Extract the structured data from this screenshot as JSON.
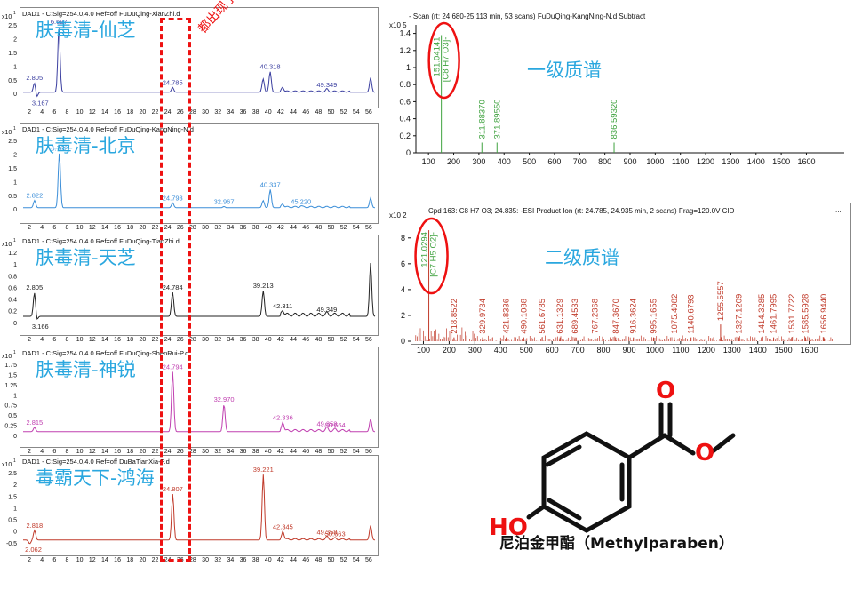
{
  "chart_data": [
    {
      "type": "line",
      "title": "DAD1 - C:Sig=254.0,4.0  Ref=off FuDuQing-XianZhi.d",
      "label": "肤毒清-仙芝",
      "y_multiplier": "x10 1",
      "ylim": [
        -0.3,
        3.0
      ],
      "xlim": [
        1,
        57
      ],
      "y_ticks": [
        "2.5",
        "2",
        "1.5",
        "1",
        "0.5",
        "0"
      ],
      "x_ticks": [
        "2",
        "4",
        "6",
        "8",
        "10",
        "12",
        "14",
        "16",
        "18",
        "20",
        "22",
        "24",
        "26",
        "28",
        "30",
        "32",
        "34",
        "36",
        "38",
        "40",
        "42",
        "44",
        "46",
        "48",
        "50",
        "52",
        "54",
        "56"
      ],
      "color": "#3b3fa0",
      "peaks": [
        {
          "x": 2.805,
          "y": 0.4,
          "label": "2.805"
        },
        {
          "x": 3.167,
          "y": -0.2,
          "label": "3.167"
        },
        {
          "x": 6.697,
          "y": 2.7,
          "label": "6.697"
        },
        {
          "x": 24.785,
          "y": 0.2,
          "label": "24.785"
        },
        {
          "x": 39.2,
          "y": 0.55,
          "label": ""
        },
        {
          "x": 40.318,
          "y": 0.85,
          "label": "40.318"
        },
        {
          "x": 42.3,
          "y": 0.2,
          "label": ""
        },
        {
          "x": 49.349,
          "y": 0.1,
          "label": "49.349"
        },
        {
          "x": 56.3,
          "y": 0.6,
          "label": ""
        }
      ]
    },
    {
      "type": "line",
      "title": "DAD1 - C:Sig=254.0,4.0  Ref=off FuDuQing-KangNing-N.d",
      "label": "肤毒清-北京",
      "y_multiplier": "x10 1",
      "ylim": [
        -0.3,
        3.0
      ],
      "xlim": [
        1,
        57
      ],
      "y_ticks": [
        "2.5",
        "2",
        "1.5",
        "1",
        "0.5",
        "0"
      ],
      "x_ticks": [
        "2",
        "4",
        "6",
        "8",
        "10",
        "12",
        "14",
        "16",
        "18",
        "20",
        "22",
        "24",
        "26",
        "28",
        "30",
        "32",
        "34",
        "36",
        "38",
        "40",
        "42",
        "44",
        "46",
        "48",
        "50",
        "52",
        "54",
        "56"
      ],
      "color": "#3b8ed8",
      "peaks": [
        {
          "x": 2.822,
          "y": 0.3,
          "label": "2.822"
        },
        {
          "x": 6.762,
          "y": 2.25,
          "label": "6.762"
        },
        {
          "x": 24.793,
          "y": 0.2,
          "label": "24.793"
        },
        {
          "x": 32.967,
          "y": 0.05,
          "label": "32.967"
        },
        {
          "x": 39.2,
          "y": 0.3,
          "label": ""
        },
        {
          "x": 40.337,
          "y": 0.75,
          "label": "40.337"
        },
        {
          "x": 42.3,
          "y": 0.15,
          "label": ""
        },
        {
          "x": 45.22,
          "y": 0.05,
          "label": "45.220"
        },
        {
          "x": 56.3,
          "y": 0.4,
          "label": ""
        }
      ]
    },
    {
      "type": "line",
      "title": "DAD1 - C:Sig=254.0,4.0  Ref=off FuDuQing-TianZhi.d",
      "label": "肤毒清-天芝",
      "y_multiplier": "x10 1",
      "ylim": [
        -0.2,
        1.3
      ],
      "xlim": [
        1,
        57
      ],
      "y_ticks": [
        "1.2",
        "1",
        "0.8",
        "0.6",
        "0.4",
        "0.2",
        "0"
      ],
      "x_ticks": [
        "2",
        "4",
        "6",
        "8",
        "10",
        "12",
        "14",
        "16",
        "18",
        "20",
        "22",
        "24",
        "26",
        "28",
        "30",
        "32",
        "34",
        "36",
        "38",
        "40",
        "42",
        "44",
        "46",
        "48",
        "50",
        "52",
        "54",
        "56"
      ],
      "color": "#222222",
      "peaks": [
        {
          "x": 2.805,
          "y": 0.45,
          "label": "2.805"
        },
        {
          "x": 3.166,
          "y": -0.08,
          "label": "3.166"
        },
        {
          "x": 24.784,
          "y": 0.45,
          "label": "24.784"
        },
        {
          "x": 39.213,
          "y": 0.48,
          "label": "39.213"
        },
        {
          "x": 42.311,
          "y": 0.1,
          "label": "42.311"
        },
        {
          "x": 49.349,
          "y": 0.03,
          "label": "49.349"
        },
        {
          "x": 56.3,
          "y": 1.0,
          "label": ""
        }
      ]
    },
    {
      "type": "line",
      "title": "DAD1 - C:Sig=254.0,4.0  Ref=off FuDuQing-ShenRui-P.d",
      "label": "肤毒清-神锐",
      "y_multiplier": "x10 1",
      "ylim": [
        -0.2,
        2.0
      ],
      "xlim": [
        1,
        57
      ],
      "y_ticks": [
        "1.75",
        "1.5",
        "1.25",
        "1",
        "0.75",
        "0.5",
        "0.25",
        "0"
      ],
      "x_ticks": [
        "2",
        "4",
        "6",
        "8",
        "10",
        "12",
        "14",
        "16",
        "18",
        "20",
        "22",
        "24",
        "26",
        "28",
        "30",
        "32",
        "34",
        "36",
        "38",
        "40",
        "42",
        "44",
        "46",
        "48",
        "50",
        "52",
        "54",
        "56"
      ],
      "color": "#c040b0",
      "peaks": [
        {
          "x": 2.815,
          "y": 0.12,
          "label": "2.815"
        },
        {
          "x": 24.794,
          "y": 1.65,
          "label": "24.794"
        },
        {
          "x": 32.97,
          "y": 0.75,
          "label": "32.970"
        },
        {
          "x": 42.336,
          "y": 0.25,
          "label": "42.336"
        },
        {
          "x": 49.358,
          "y": 0.08,
          "label": "49.358"
        },
        {
          "x": 50.664,
          "y": 0.04,
          "label": "50.664"
        },
        {
          "x": 56.3,
          "y": 0.35,
          "label": ""
        }
      ]
    },
    {
      "type": "line",
      "title": "DAD1 - C:Sig=254.0,4.0  Ref=off DuBaTianXia-P.d",
      "label": "毒霸天下-鸿海",
      "y_multiplier": "x10 1",
      "ylim": [
        -0.3,
        3.0
      ],
      "xlim": [
        1,
        57
      ],
      "y_ticks": [
        "2.5",
        "2",
        "1.5",
        "1",
        "0.5",
        "0",
        "-0.5"
      ],
      "x_ticks": [
        "2",
        "4",
        "6",
        "8",
        "10",
        "12",
        "14",
        "16",
        "18",
        "20",
        "22",
        "24",
        "26",
        "28",
        "30",
        "32",
        "34",
        "36",
        "38",
        "40",
        "42",
        "44",
        "46",
        "48",
        "50",
        "52",
        "54",
        "56"
      ],
      "color": "#c03a2a",
      "peaks": [
        {
          "x": 2.818,
          "y": 0.4,
          "label": "2.818"
        },
        {
          "x": 2.062,
          "y": -0.15,
          "label": "2.062"
        },
        {
          "x": 24.807,
          "y": 1.9,
          "label": "24.807"
        },
        {
          "x": 39.221,
          "y": 2.7,
          "label": "39.221"
        },
        {
          "x": 42.345,
          "y": 0.35,
          "label": "42.345"
        },
        {
          "x": 49.358,
          "y": 0.12,
          "label": "49.358"
        },
        {
          "x": 50.663,
          "y": 0.05,
          "label": "50.663"
        },
        {
          "x": 56.3,
          "y": 0.6,
          "label": ""
        }
      ]
    },
    {
      "type": "bar",
      "title": "- Scan (rt: 24.680-25.113 min, 53 scans) FuDuQing-KangNing-N.d  Subtract",
      "label": "一级质谱",
      "y_multiplier": "x10 5",
      "ylim": [
        0,
        1.5
      ],
      "xlim": [
        50,
        1750
      ],
      "y_ticks": [
        "1.4",
        "1.2",
        "1",
        "0.8",
        "0.6",
        "0.4",
        "0.2",
        "0"
      ],
      "x_ticks": [
        "100",
        "200",
        "300",
        "400",
        "500",
        "600",
        "700",
        "800",
        "900",
        "1000",
        "1100",
        "1200",
        "1300",
        "1400",
        "1500",
        "1600"
      ],
      "peaks": [
        {
          "x": 151.04141,
          "y": 1.38,
          "label": "151.04141",
          "formula": "[C8 H7 O3]-"
        },
        {
          "x": 311.8837,
          "y": 0.12,
          "label": "311.88370"
        },
        {
          "x": 371.8955,
          "y": 0.12,
          "label": "371.89550"
        },
        {
          "x": 836.5932,
          "y": 0.12,
          "label": "836.59320"
        }
      ]
    },
    {
      "type": "bar",
      "title": "Cpd 163: C8 H7 O3; 24.835: -ESI Product Ion (rt: 24.785, 24.935 min, 2 scans) Frag=120.0V CID",
      "label": "二级质谱",
      "y_multiplier": "x10 2",
      "ylim": [
        0,
        9.5
      ],
      "xlim": [
        50,
        1750
      ],
      "y_ticks": [
        "8",
        "6",
        "4",
        "2",
        "0"
      ],
      "x_ticks": [
        "100",
        "200",
        "300",
        "400",
        "500",
        "600",
        "700",
        "800",
        "900",
        "1000",
        "1100",
        "1200",
        "1300",
        "1400",
        "1500",
        "1600"
      ],
      "peaks": [
        {
          "x": 121.0294,
          "y": 8.6,
          "label": "121.0294",
          "formula": "[C7 H5 O2]-"
        },
        {
          "x": 218.8522,
          "y": 0.3,
          "label": "218.8522"
        },
        {
          "x": 329.9734,
          "y": 0.3,
          "label": "329.9734"
        },
        {
          "x": 421.8336,
          "y": 0.3,
          "label": "421.8336"
        },
        {
          "x": 490.1088,
          "y": 0.3,
          "label": "490.1088"
        },
        {
          "x": 561.6785,
          "y": 0.3,
          "label": "561.6785"
        },
        {
          "x": 631.1329,
          "y": 0.3,
          "label": "631.1329"
        },
        {
          "x": 689.4533,
          "y": 0.3,
          "label": "689.4533"
        },
        {
          "x": 767.2368,
          "y": 0.3,
          "label": "767.2368"
        },
        {
          "x": 847.367,
          "y": 0.3,
          "label": "847.3670"
        },
        {
          "x": 916.3624,
          "y": 0.3,
          "label": "916.3624"
        },
        {
          "x": 995.1655,
          "y": 0.3,
          "label": "995.1655"
        },
        {
          "x": 1075.4082,
          "y": 0.3,
          "label": "1075.4082"
        },
        {
          "x": 1140.6793,
          "y": 0.3,
          "label": "1140.6793"
        },
        {
          "x": 1255.5557,
          "y": 1.3,
          "label": "1255.5557"
        },
        {
          "x": 1327.1209,
          "y": 0.3,
          "label": "1327.1209"
        },
        {
          "x": 1414.3285,
          "y": 0.3,
          "label": "1414.3285"
        },
        {
          "x": 1461.7995,
          "y": 0.3,
          "label": "1461.7995"
        },
        {
          "x": 1531.7722,
          "y": 0.3,
          "label": "1531.7722"
        },
        {
          "x": 1585.5928,
          "y": 0.3,
          "label": "1585.5928"
        },
        {
          "x": 1656.944,
          "y": 0.3,
          "label": "1656.9440"
        }
      ]
    }
  ],
  "annotation": "都出现了",
  "ms2_ellipsis": "...",
  "structure": {
    "o_label": "O",
    "ho_label": "HO",
    "compound_name": "尼泊金甲酯（Methylparaben）"
  },
  "colors": {
    "accent_red": "#e11111",
    "label_blue": "#2aa7df",
    "ms_green": "#3fa23f",
    "ms2_red": "#c03a2a"
  }
}
